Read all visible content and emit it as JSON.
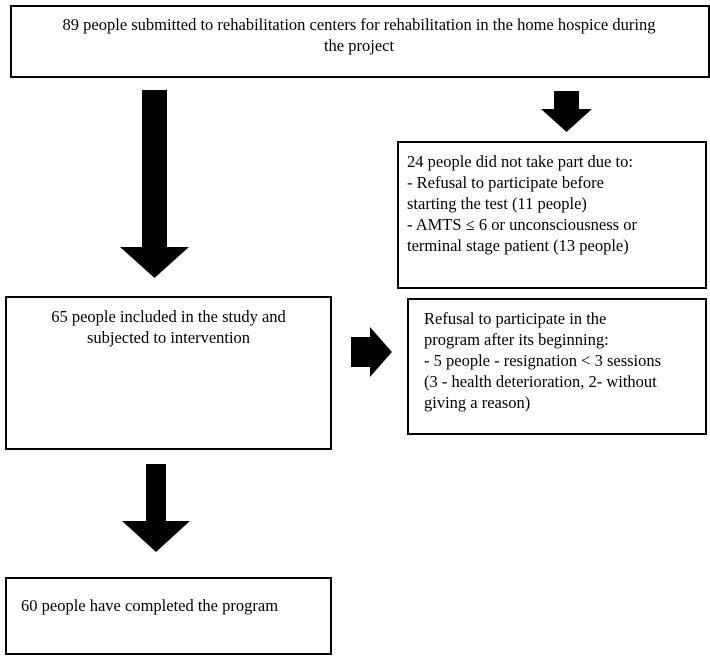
{
  "boxes": {
    "submitted": {
      "lines": [
        "89 people submitted to rehabilitation centers for rehabilitation in the home hospice during",
        "the project"
      ]
    },
    "excluded": {
      "lines": [
        "24 people did not take part due to:",
        "- Refusal to participate before",
        "starting the test (11 people)",
        "- AMTS ≤ 6 or unconsciousness or",
        "terminal stage patient (13 people)"
      ]
    },
    "included": {
      "lines": [
        "65 people included in the study and",
        "subjected to intervention"
      ]
    },
    "dropout": {
      "lines": [
        "Refusal to participate in the",
        "program after its beginning:",
        "- 5 people - resignation < 3 sessions",
        "(3 - health deterioration, 2- without",
        "giving a reason)"
      ]
    },
    "completed": {
      "lines": [
        "60 people have completed the program"
      ]
    }
  }
}
